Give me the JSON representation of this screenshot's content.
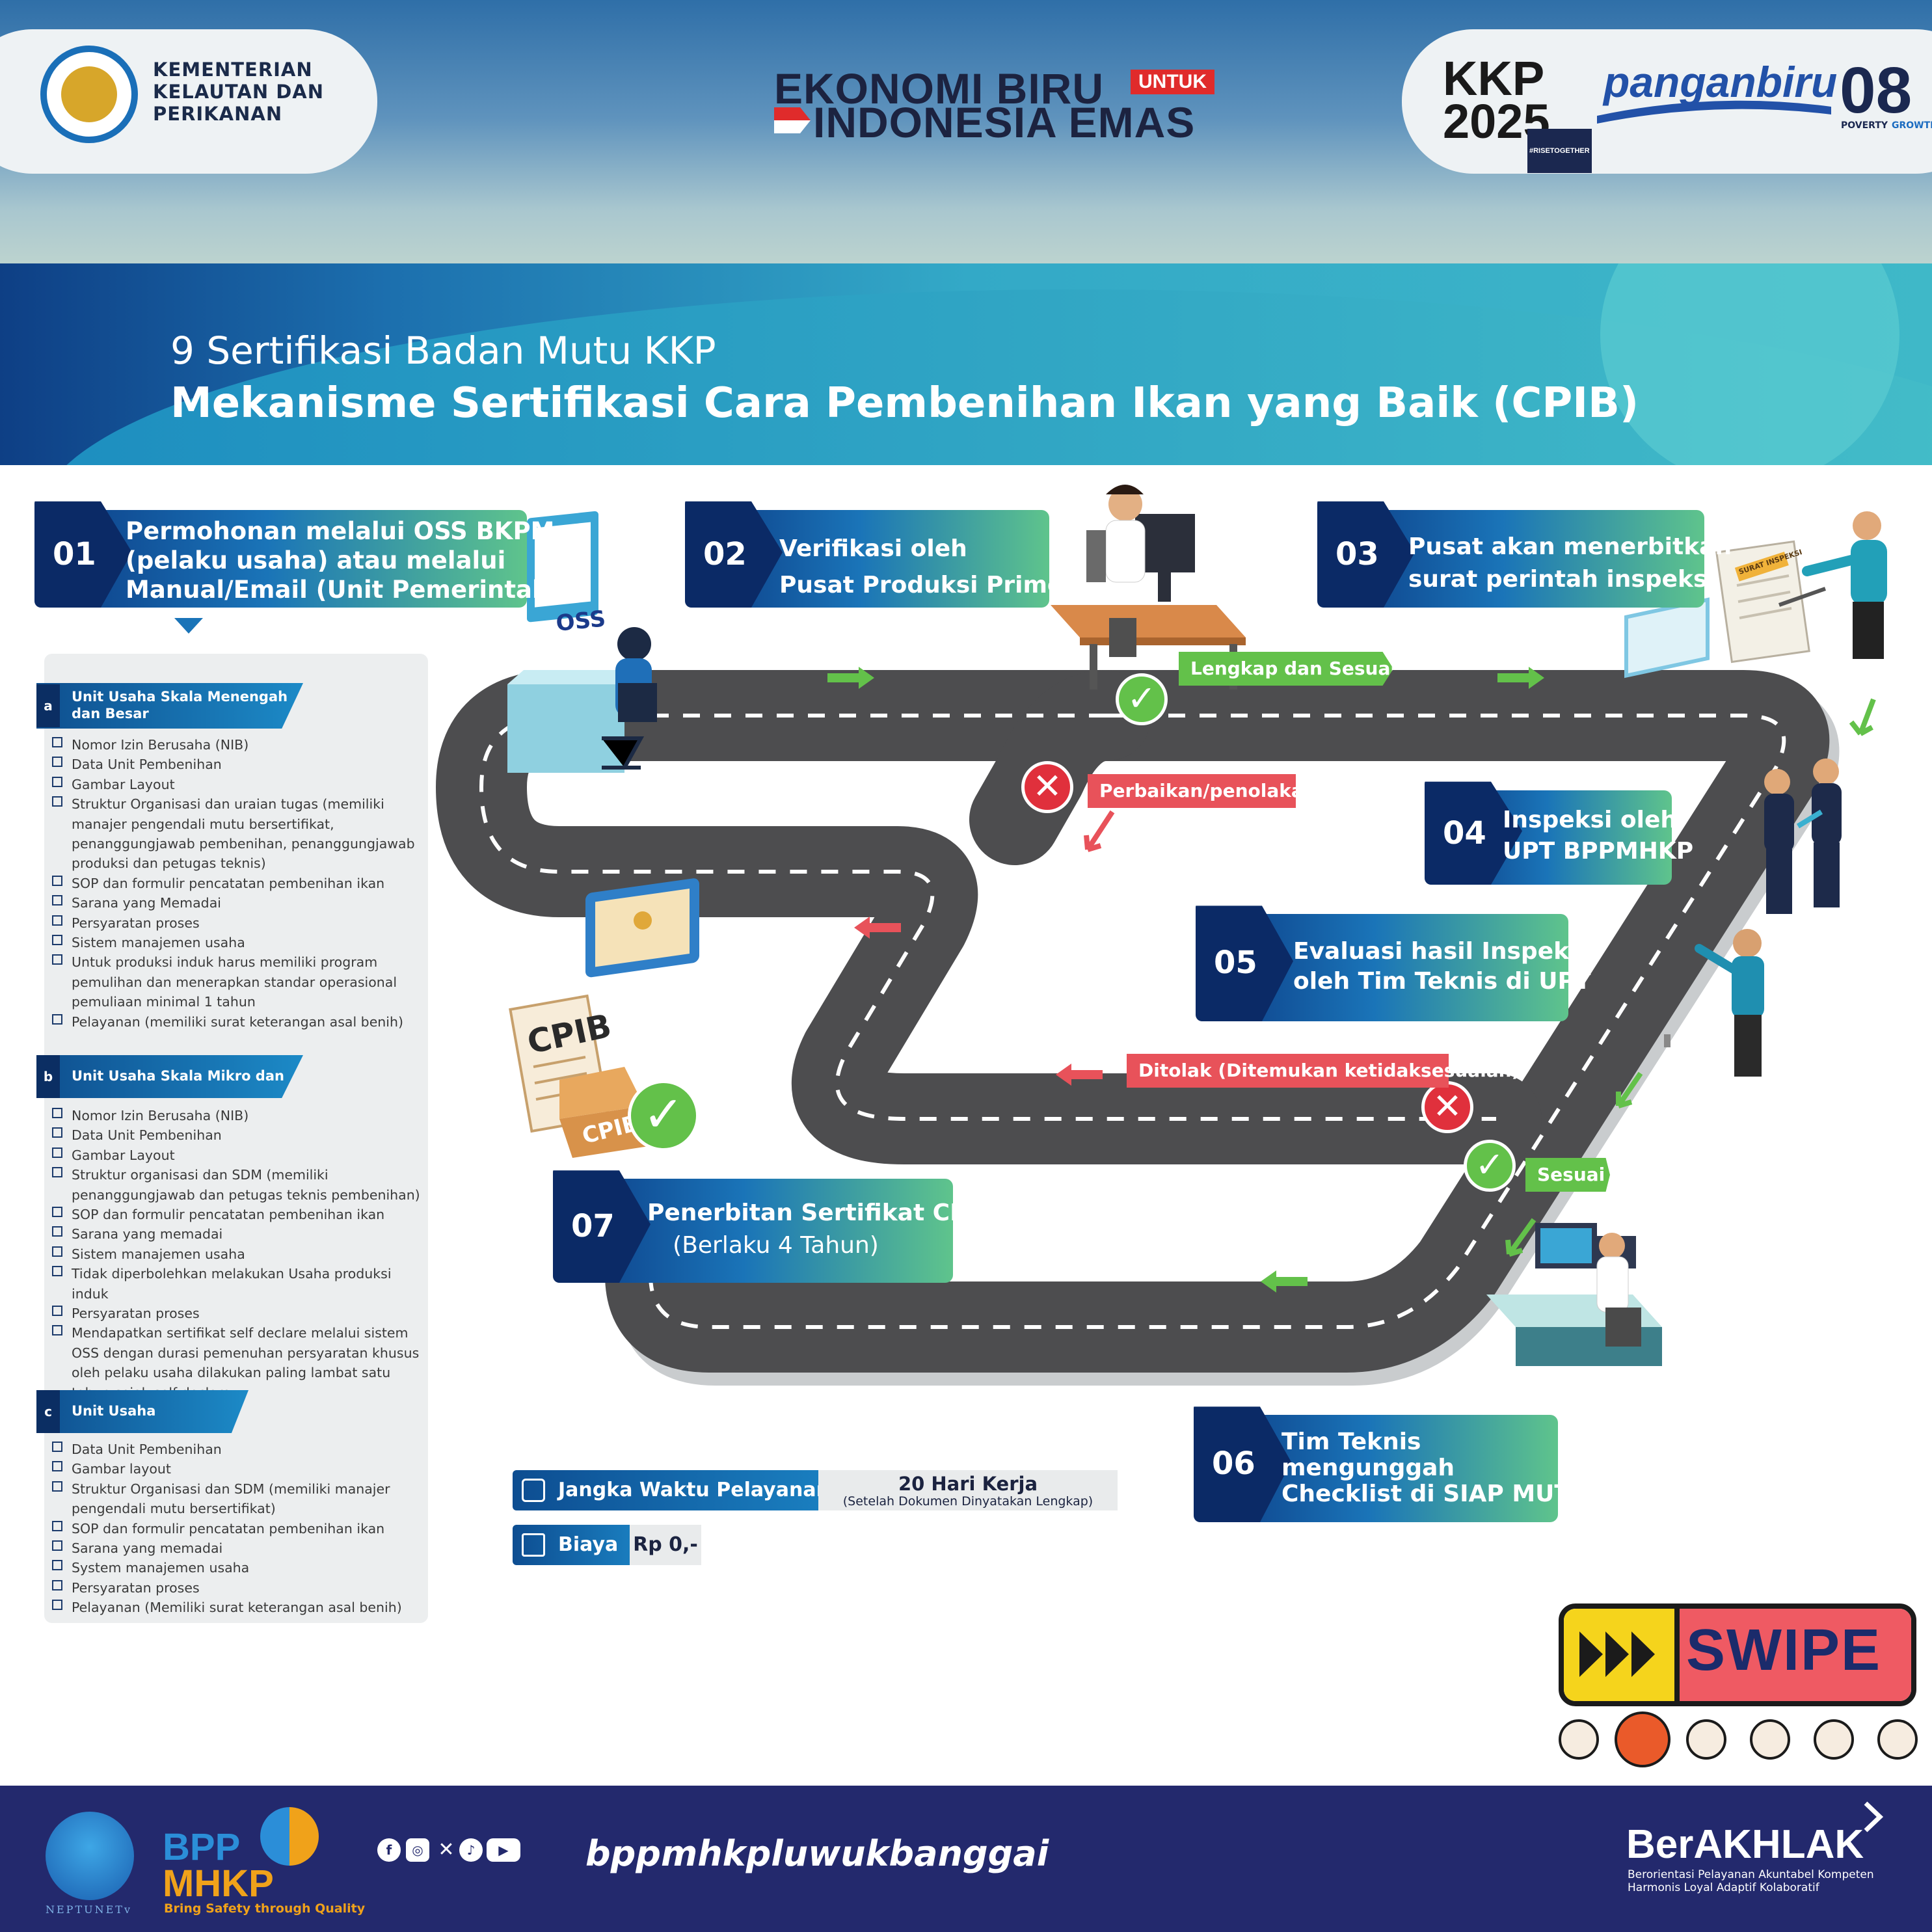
{
  "header": {
    "ministry_name": [
      "KEMENTERIAN",
      "KELAUTAN DAN",
      "PERIKANAN"
    ],
    "campaign_line1": "EKONOMI BIRU",
    "campaign_untuk": "UNTUK",
    "campaign_line2": "INDONESIA EMAS",
    "kkp_logo_top": "KKP",
    "kkp_logo_year": "2025",
    "kkp_hashtag": "#RISETOGETHER",
    "panganbiru": "panganbiru",
    "zero_eight": "08",
    "poverty_label": "POVERTY",
    "growth_label": "GROWTH"
  },
  "title": {
    "subtitle": "9 Sertifikasi Badan Mutu KKP",
    "main": "Mekanisme Sertifikasi Cara Pembenihan Ikan yang Baik (CPIB)"
  },
  "requirements": {
    "a": {
      "letter": "a",
      "title_lines": [
        "Unit Usaha Skala Menengah",
        "dan Besar"
      ],
      "items": [
        "Nomor Izin Berusaha (NIB)",
        "Data Unit Pembenihan",
        "Gambar Layout",
        "Struktur Organisasi dan uraian tugas (memiliki manajer pengendali mutu bersertifikat, penanggungjawab pembenihan, penanggungjawab produksi dan petugas teknis)",
        "SOP dan formulir pencatatan pembenihan ikan",
        "Sarana yang Memadai",
        "Persyaratan proses",
        "Sistem manajemen usaha",
        "Untuk produksi induk harus memiliki program pemulihan dan menerapkan standar operasional pemuliaan minimal 1 tahun",
        "Pelayanan (memiliki surat keterangan asal benih)"
      ]
    },
    "b": {
      "letter": "b",
      "title_lines": [
        "Unit Usaha Skala Mikro dan Kecil"
      ],
      "items": [
        "Nomor Izin Berusaha (NIB)",
        "Data Unit Pembenihan",
        "Gambar Layout",
        "Struktur organisasi dan SDM (memiliki penanggungjawab dan petugas teknis pembenihan)",
        "SOP dan formulir pencatatan pembenihan ikan",
        "Sarana yang memadai",
        "Sistem manajemen usaha",
        "Tidak diperbolehkan melakukan Usaha produksi induk",
        "Persyaratan proses",
        "Mendapatkan sertifikat self declare melalui sistem OSS dengan durasi pemenuhan persyaratan khusus oleh pelaku usaha dilakukan paling lambat satu tahun sejak self declare."
      ]
    },
    "c": {
      "letter": "c",
      "title_lines": [
        "Unit Usaha Pemerintah"
      ],
      "items": [
        "Data Unit Pembenihan",
        "Gambar layout",
        "Struktur Organisasi dan SDM (memiliki manajer pengendali mutu bersertifikat)",
        "SOP dan formulir pencatatan pembenihan ikan",
        "Sarana yang memadai",
        "System manajemen usaha",
        "Persyaratan proses",
        "Pelayanan (Memiliki surat keterangan asal benih)"
      ]
    }
  },
  "steps": [
    {
      "num": "01",
      "lines": [
        "Permohonan melalui OSS BKPM",
        "(pelaku usaha) atau melalui",
        "Manual/Email (Unit Pemerintah)"
      ]
    },
    {
      "num": "02",
      "lines": [
        "Verifikasi oleh",
        "Pusat Produksi Primer"
      ]
    },
    {
      "num": "03",
      "lines": [
        "Pusat akan menerbitkan",
        "surat perintah inspeksi"
      ]
    },
    {
      "num": "04",
      "lines": [
        "Inspeksi oleh",
        "UPT BPPMHKP"
      ]
    },
    {
      "num": "05",
      "lines": [
        "Evaluasi hasil Inspeksi",
        "oleh Tim Teknis di UPT"
      ]
    },
    {
      "num": "06",
      "lines": [
        "Tim Teknis",
        "mengunggah",
        "Checklist di  SIAP MUTU"
      ]
    },
    {
      "num": "07",
      "lines": [
        "Penerbitan Sertifikat CPIB",
        "(Berlaku 4 Tahun)"
      ]
    }
  ],
  "road_labels": {
    "lengkap": "Lengkap dan Sesuai",
    "perbaikan": "Perbaikan/penolakan",
    "ditolak": "Ditolak (Ditemukan ketidaksesuaian)",
    "sesuai": "Sesuai"
  },
  "illustrations": {
    "oss_screen": "OSS",
    "surat_inspeksi": "SURAT INSPEKSI",
    "cpib_doc": "CPIB",
    "cpib_folder": "CPIB"
  },
  "service": {
    "time_label": "Jangka Waktu Pelayanan",
    "time_value": "20 Hari Kerja",
    "time_note": "(Setelah Dokumen Dinyatakan Lengkap)",
    "cost_label": "Biaya",
    "cost_value": "Rp 0,-"
  },
  "swipe": {
    "label": "SWIPE",
    "total_pages": 6,
    "active_page": 2
  },
  "footer": {
    "neptune": "NEPTUNETv",
    "bpp_top": "BPP",
    "bpp_bottom": "MHKP",
    "bpp_tagline": "Bring Safety through Quality",
    "handle": "bppmhkpluwukbanggai",
    "berakhlak": "BerAKHLAK",
    "berakhlak_tag": "Berorientasi Pelayanan Akuntabel Kompeten Harmonis Loyal Adaptif Kolaboratif",
    "social_icons": [
      "facebook-icon",
      "instagram-icon",
      "x-icon",
      "tiktok-icon",
      "youtube-icon"
    ]
  },
  "colors": {
    "navy": "#0b2a66",
    "blue": "#1a74b8",
    "green": "#63c14a",
    "red": "#e8525a",
    "footer": "#23296d"
  }
}
